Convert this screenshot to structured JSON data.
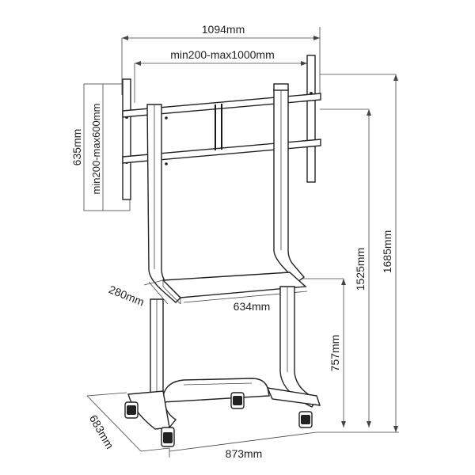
{
  "dimensions": {
    "overall_width": "1094mm",
    "vesa_horizontal": "min200-max1000mm",
    "vesa_height": "635mm",
    "vesa_vertical": "min200-max600mm",
    "total_height": "1685mm",
    "upper_height": "1525mm",
    "shelf_height": "757mm",
    "shelf_depth": "280mm",
    "shelf_width": "634mm",
    "base_depth": "683mm",
    "base_width": "873mm"
  },
  "colors": {
    "line": "#222222",
    "background": "#ffffff"
  }
}
